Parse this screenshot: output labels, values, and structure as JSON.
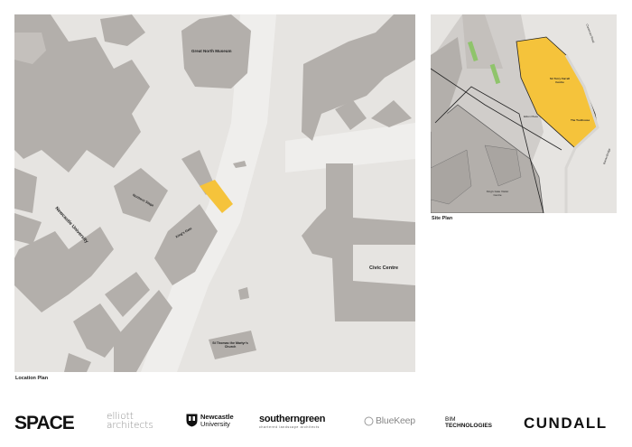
{
  "location_plan": {
    "caption": "Location Plan",
    "labels": {
      "great_north_museum": "Great North Museum",
      "newcastle_university": "Newcastle University",
      "northern_stage": "Northern Stage",
      "kings_gate": "King's Gate",
      "civic_centre": "Civic Centre",
      "st_thomas": "St Thomas the Martyr's Church"
    }
  },
  "site_plan": {
    "caption": "Site Plan",
    "labels": {
      "sir_terry_farrell": "Sir Terry Farrell Centre",
      "the_toolhouse": "The Toolhouse",
      "eldon_place": "Eldon Place",
      "kings_gate_visitor": "King's Gate Visitor Centre",
      "claremont_road": "Claremont Road",
      "barras_bridge": "Barras Bridge"
    }
  },
  "logos": {
    "space": "SPACE",
    "elliott_line1": "elliott",
    "elliott_line2": "architects",
    "ncl_line1": "Newcastle",
    "ncl_line2": "University",
    "southerngreen": "southerngreen",
    "southerngreen_sub": "chartered landscape architects",
    "bluekeep": "BlueKeep",
    "bim_line1": "BIM",
    "bim_line2": "TECHNOLOGIES",
    "cundall": "CUNDALL"
  },
  "colors": {
    "map_background": "#e6e4e1",
    "building": "#b3afab",
    "highlight": "#f5c33b",
    "green": "#8fc46b"
  }
}
